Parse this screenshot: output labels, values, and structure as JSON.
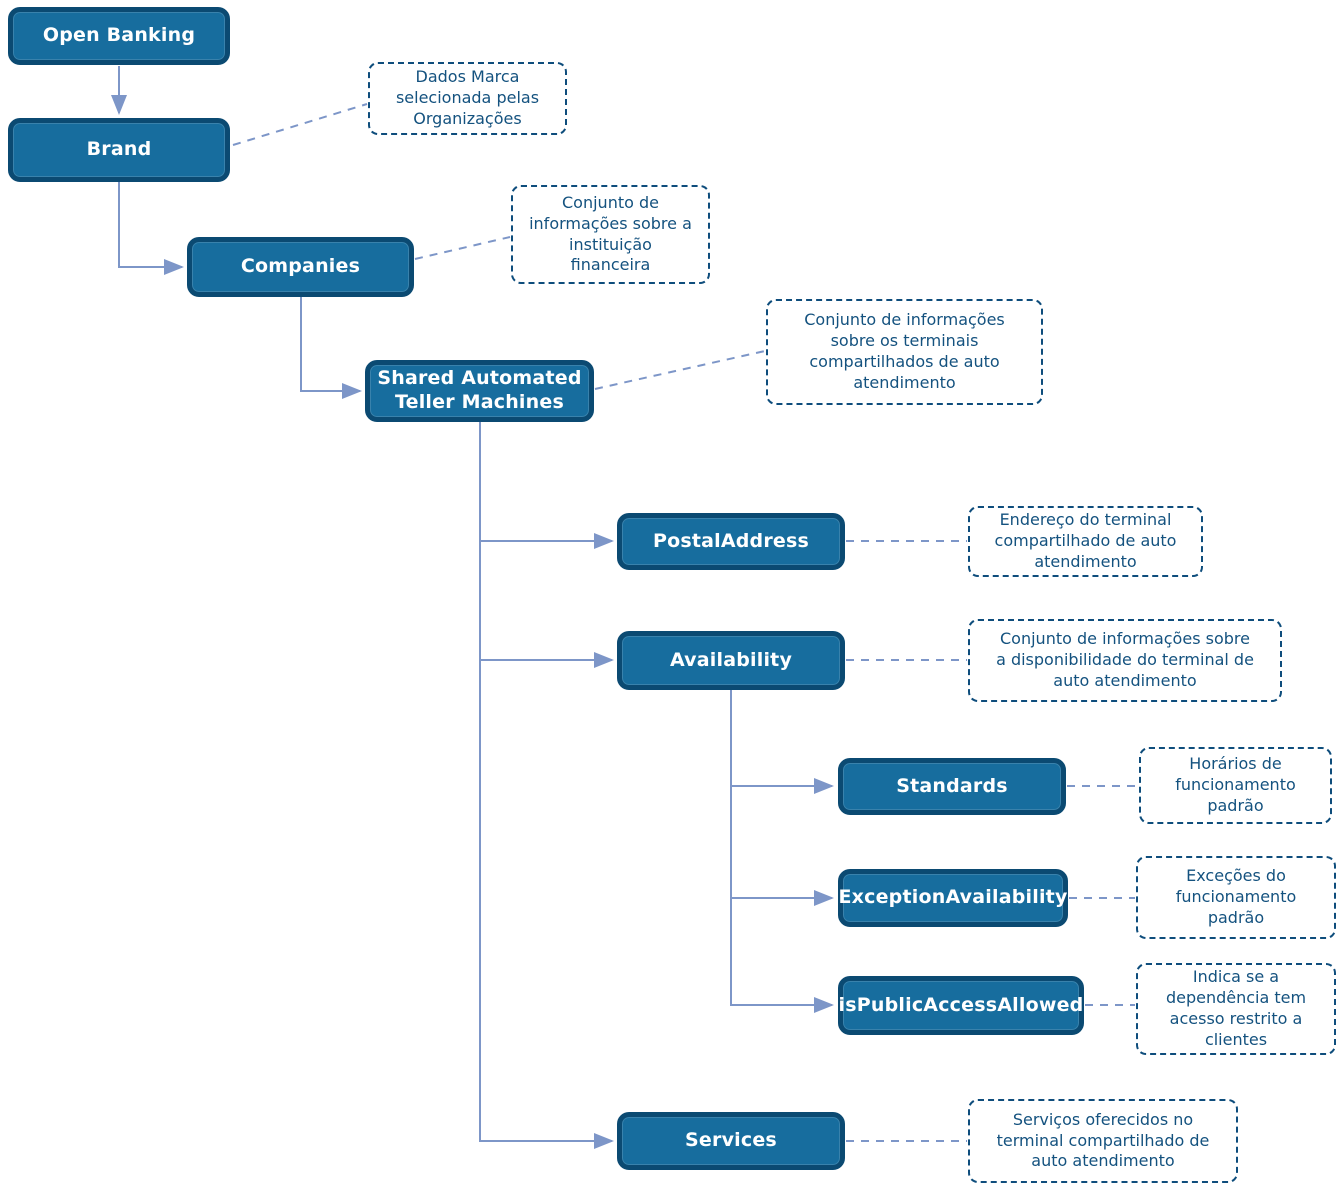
{
  "diagram": {
    "colors": {
      "node_fill": "#176d9e",
      "node_border": "#0b4a72",
      "note_border": "#0e4d7c",
      "note_text": "#14527f",
      "connector": "#7d96c8",
      "node_text": "#ffffff"
    },
    "nodes": {
      "open_banking": {
        "label": "Open Banking"
      },
      "brand": {
        "label": "Brand"
      },
      "companies": {
        "label": "Companies"
      },
      "shared_atm": {
        "label": "Shared Automated\nTeller Machines"
      },
      "postal_address": {
        "label": "PostalAddress"
      },
      "availability": {
        "label": "Availability"
      },
      "standards": {
        "label": "Standards"
      },
      "exception_availability": {
        "label": "ExceptionAvailability"
      },
      "is_public_access_allowed": {
        "label": "isPublicAccessAllowed"
      },
      "services": {
        "label": "Services"
      }
    },
    "annotations": {
      "brand": {
        "text": "Dados Marca\nselecionada pelas\nOrganizações"
      },
      "companies": {
        "text": "Conjunto de\ninformações sobre a\ninstituição\nfinanceira"
      },
      "shared_atm": {
        "text": "Conjunto de informações\nsobre os terminais\ncompartilhados de auto\natendimento"
      },
      "postal_address": {
        "text": "Endereço do terminal\ncompartilhado de auto\natendimento"
      },
      "availability": {
        "text": "Conjunto de informações sobre\na disponibilidade do terminal de\nauto atendimento"
      },
      "standards": {
        "text": "Horários de\nfuncionamento\npadrão"
      },
      "exception_availability": {
        "text": "Exceções do\nfuncionamento\npadrão"
      },
      "is_public_access_allowed": {
        "text": "Indica se a\ndependência tem\nacesso restrito a\nclientes"
      },
      "services": {
        "text": "Serviços oferecidos no\nterminal compartilhado de\nauto atendimento"
      }
    }
  }
}
